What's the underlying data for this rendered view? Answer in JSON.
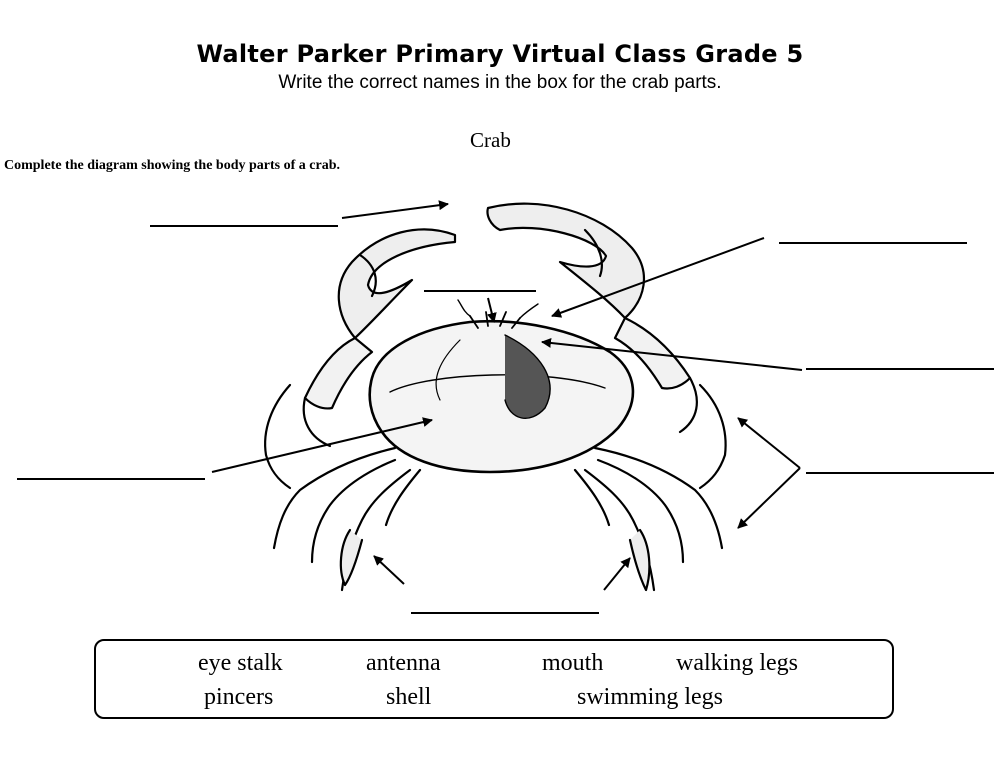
{
  "header": {
    "title": "Walter Parker Primary Virtual Class Grade 5",
    "subtitle": "Write the correct names in the box for the crab parts."
  },
  "diagram": {
    "title": "Crab",
    "instruction": "Complete the diagram showing the body parts of a crab."
  },
  "word_bank": {
    "row1": [
      "eye stalk",
      "antenna",
      "mouth",
      "walking legs"
    ],
    "row2": [
      "pincers",
      "shell",
      "swimming legs"
    ]
  }
}
